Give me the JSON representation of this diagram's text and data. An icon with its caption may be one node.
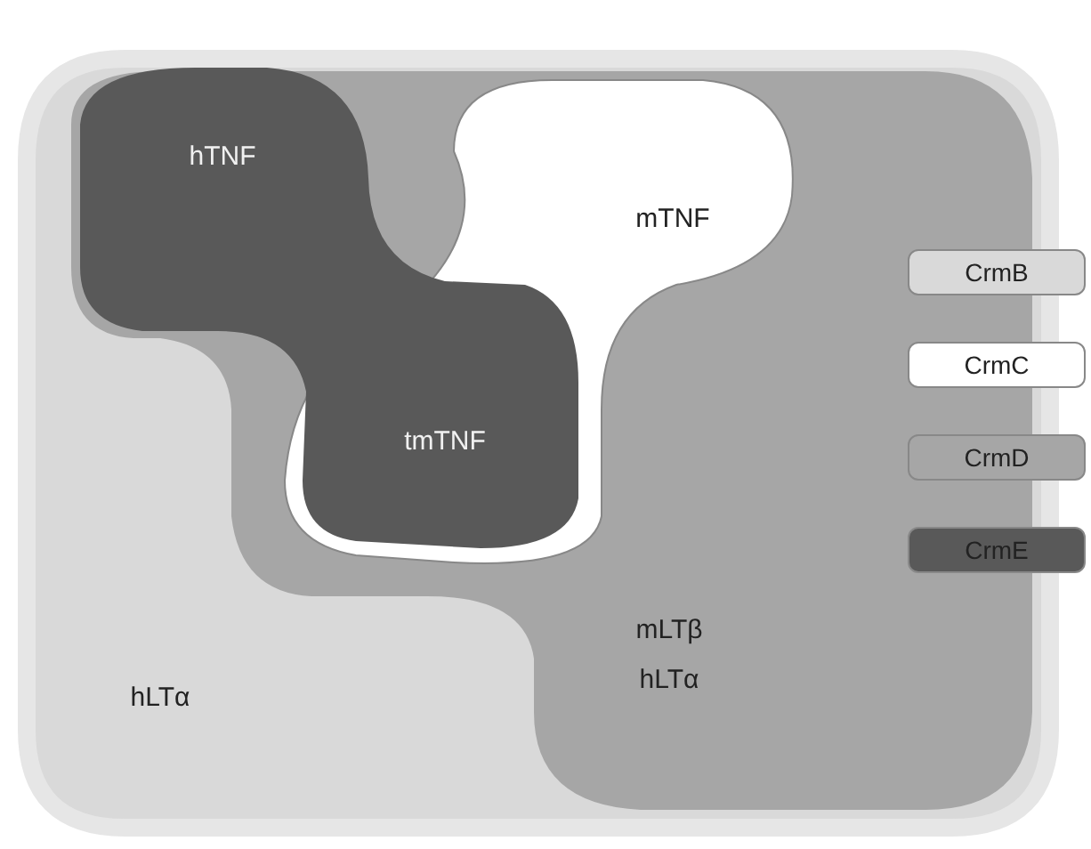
{
  "diagram": {
    "labels": [
      "hTNF",
      "mTNF",
      "tmTNF",
      "mLTβ",
      "hLTα",
      "hLTα"
    ],
    "legend": [
      {
        "text": "CrmB",
        "color": "#d9d9d9"
      },
      {
        "text": "CrmC",
        "color": "#ffffff"
      },
      {
        "text": "CrmD",
        "color": "#a6a6a6"
      },
      {
        "text": "CrmE",
        "color": "#595959"
      }
    ]
  }
}
